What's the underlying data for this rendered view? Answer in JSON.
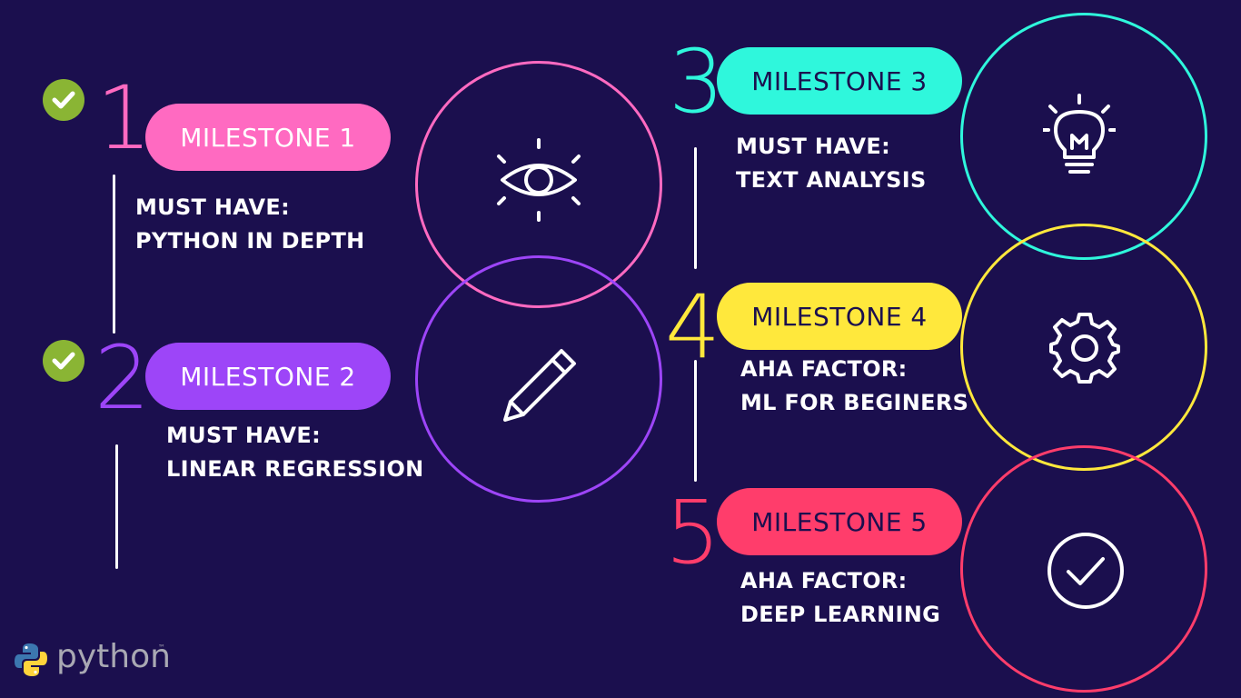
{
  "colors": {
    "background": "#1b0f4e",
    "milestone_1": "#ff6ac1",
    "milestone_2": "#9d45f8",
    "milestone_3": "#2ff7dc",
    "milestone_4": "#ffe83c",
    "milestone_5": "#ff3d6b",
    "check": "#8ab534"
  },
  "milestones": [
    {
      "number": "1",
      "title": "MILESTONE 1",
      "line1": "MUST HAVE:",
      "line2": "PYTHON IN DEPTH",
      "icon": "eye-icon",
      "completed": true
    },
    {
      "number": "2",
      "title": "MILESTONE 2",
      "line1": "MUST HAVE:",
      "line2": "LINEAR REGRESSION",
      "icon": "pencil-icon",
      "completed": true
    },
    {
      "number": "3",
      "title": "MILESTONE 3",
      "line1": "MUST HAVE:",
      "line2": "TEXT ANALYSIS",
      "icon": "lightbulb-icon",
      "completed": false
    },
    {
      "number": "4",
      "title": "MILESTONE 4",
      "line1": "AHA FACTOR:",
      "line2": "ML FOR BEGINERS",
      "icon": "gear-icon",
      "completed": false
    },
    {
      "number": "5",
      "title": "MILESTONE 5",
      "line1": "AHA FACTOR:",
      "line2": "DEEP LEARNING",
      "icon": "checkmark-circle-icon",
      "completed": false
    }
  ],
  "logo": {
    "word": "python",
    "tm": "™",
    "icon": "python-logo-icon"
  }
}
